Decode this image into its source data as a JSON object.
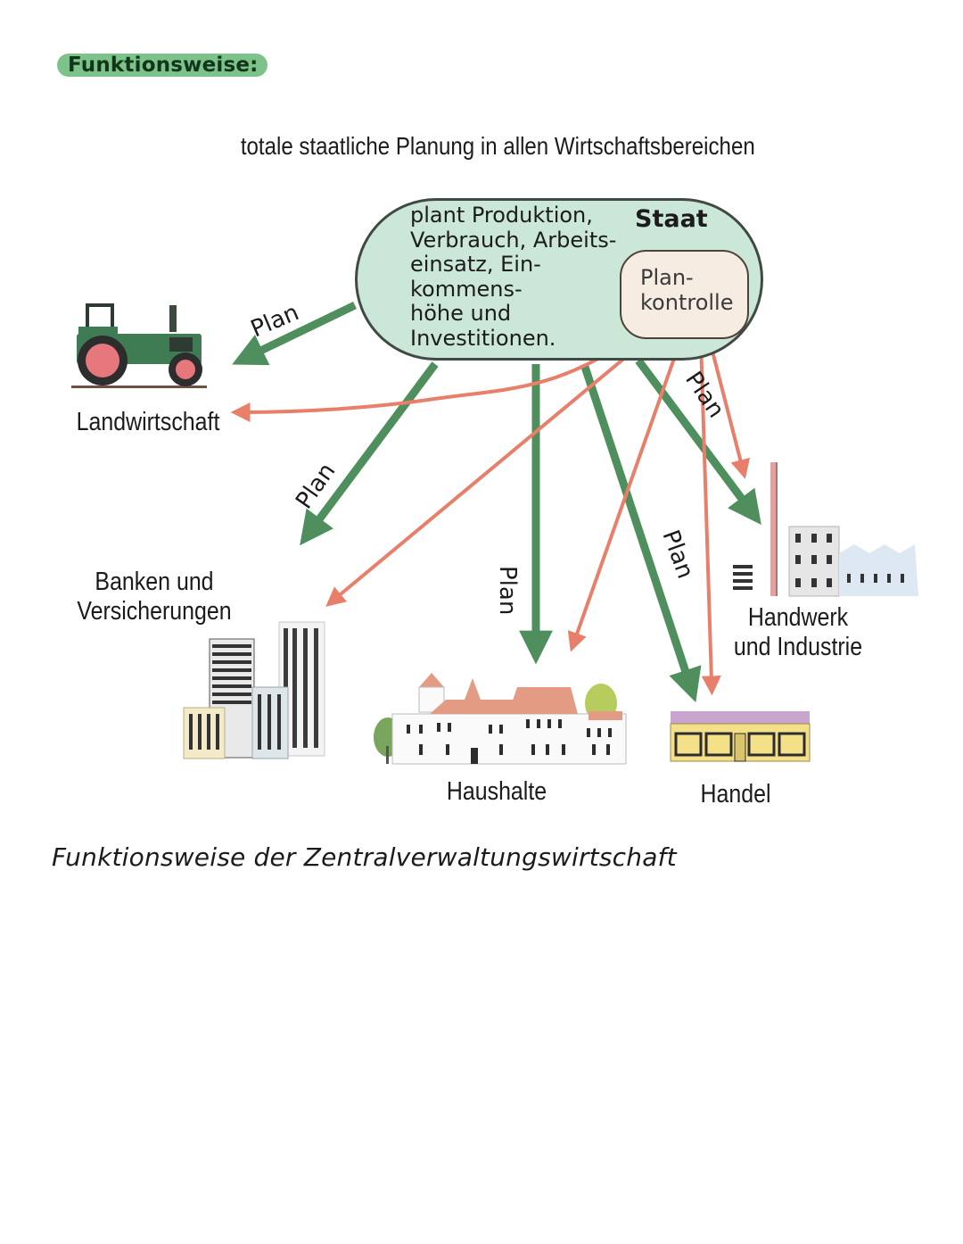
{
  "heading": "Funktionsweise:",
  "diagram": {
    "title": "totale staatliche Planung in allen Wirtschaftsbereichen",
    "staat": {
      "label": "Staat",
      "description_lines": [
        "plant Produktion,",
        "Verbrauch, Arbeits-",
        "einsatz, Ein-",
        "kommens-",
        "höhe und",
        "Investitionen."
      ],
      "control_lines": [
        "Plan-",
        "kontrolle"
      ]
    },
    "plan_label": "Plan",
    "sectors": {
      "landwirtschaft": "Landwirtschaft",
      "banken_lines": [
        "Banken und",
        "Versicherungen"
      ],
      "haushalte": "Haushalte",
      "handel": "Handel",
      "handwerk_lines": [
        "Handwerk",
        "und Industrie"
      ]
    },
    "colors": {
      "plan_arrow": "#4f8f5e",
      "control_arrow": "#e77f6a",
      "staat_fill": "#cbe7d7",
      "kontrolle_fill": "#f7ece2",
      "heading_pill": "#7dc28a"
    }
  },
  "caption": "Funktionsweise der Zentralverwaltungswirtschaft"
}
